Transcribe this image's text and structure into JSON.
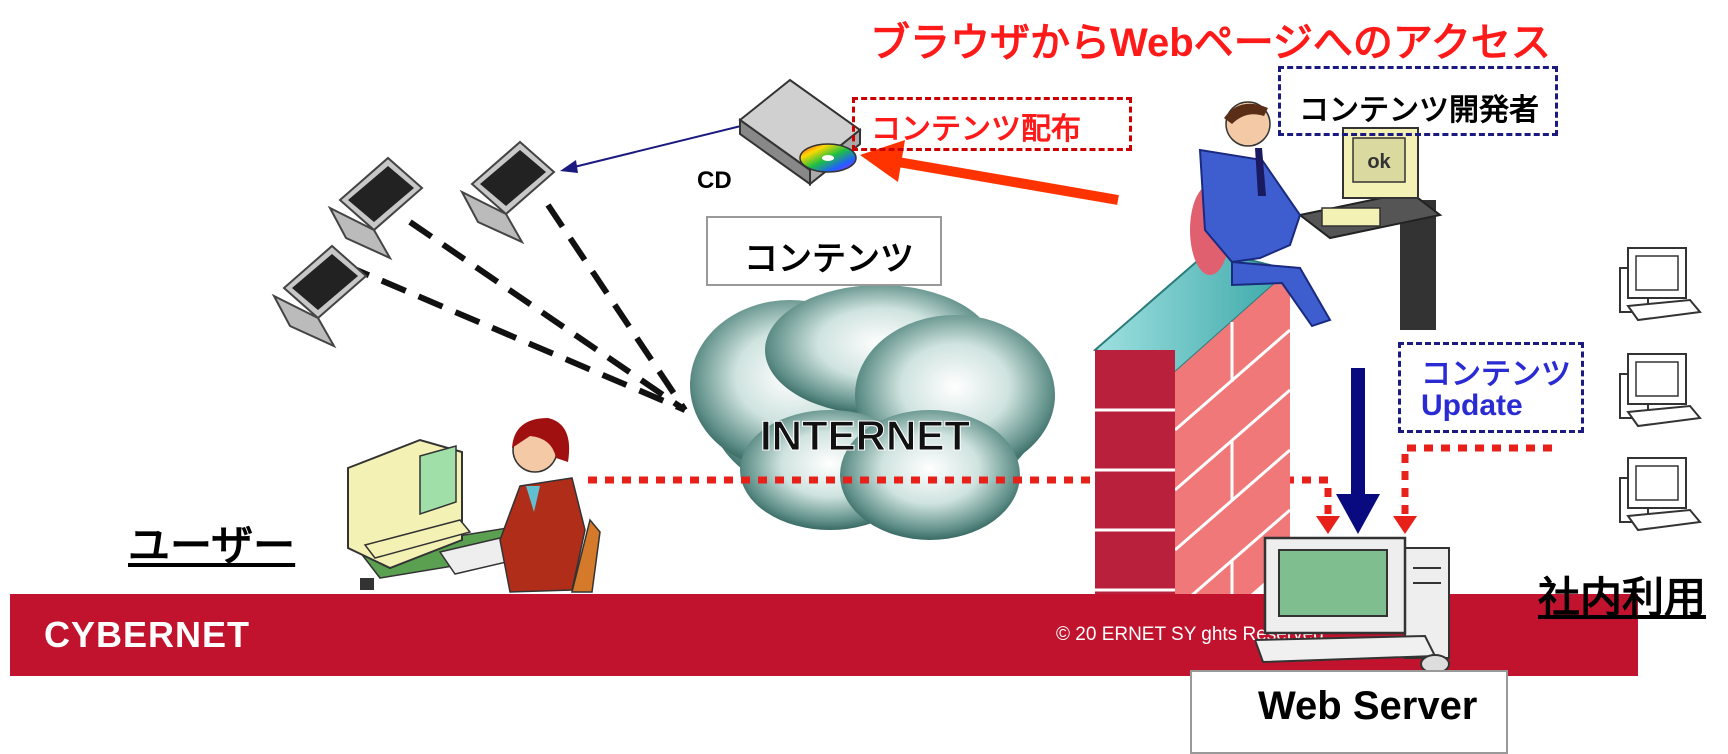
{
  "title": "ブラウザからWebページへのアクセス",
  "labels": {
    "content_distribution": "コンテンツ配布",
    "content_developer": "コンテンツ開発者",
    "cd": "CD",
    "contents": "コンテンツ",
    "internet": "INTERNET",
    "content_update_line1": "コンテンツ",
    "content_update_line2": "Update",
    "user": "ユーザー",
    "internal_use": "社内利用",
    "web_server": "Web Server",
    "monitor_ok": "ok"
  },
  "footer": {
    "brand": "CYBERNET",
    "copyright": "© 20        ERNET SY                     ghts Reserved."
  },
  "colors": {
    "title_red": "#ff1a1a",
    "footer_red": "#c1132d",
    "navy": "#1a1a80",
    "update_blue": "#2b2bd4",
    "arrow_orange": "#ff3300",
    "dotted_red": "#e8201a"
  }
}
